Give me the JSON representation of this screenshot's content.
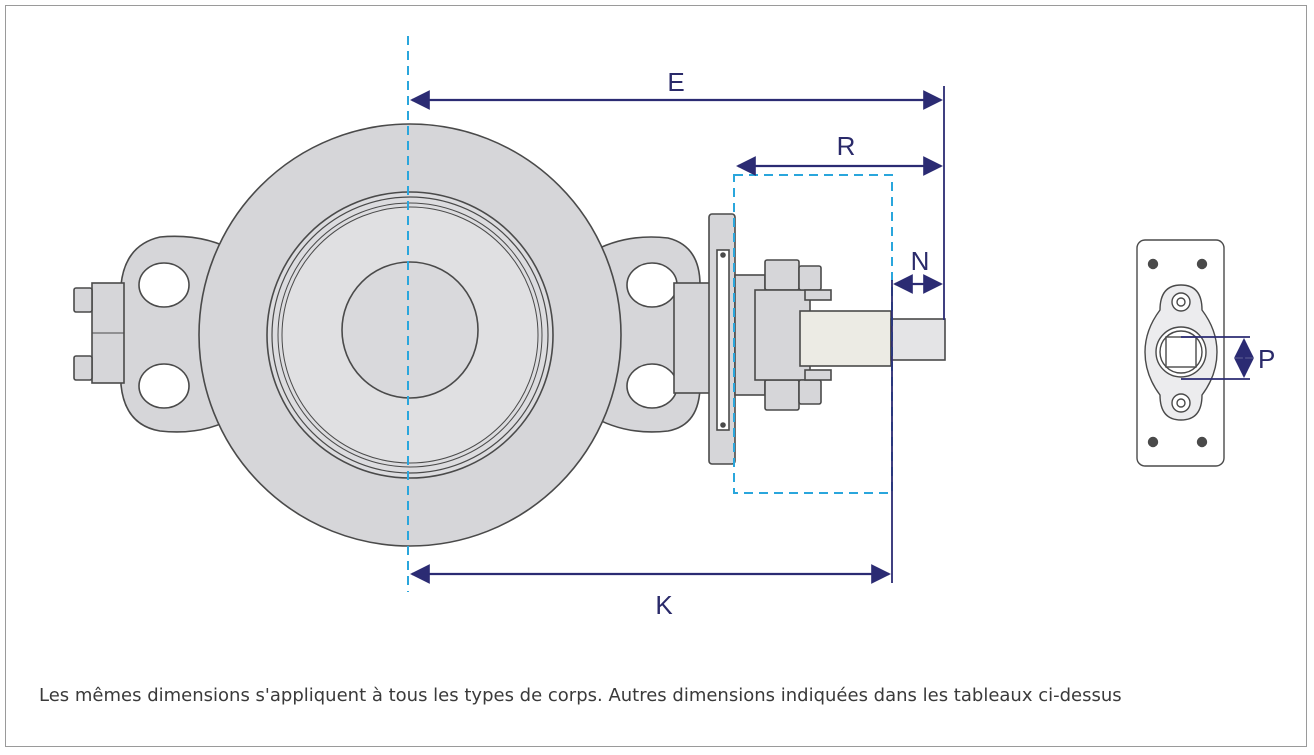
{
  "dimensions": {
    "E": "E",
    "R": "R",
    "N": "N",
    "K": "K",
    "P": "P"
  },
  "caption": "Les mêmes dimensions s'appliquent à tous les types de corps. Autres dimensions indiquées dans les tableaux ci-dessus",
  "colors": {
    "dimension_line": "#2b2b73",
    "center_line": "#2aa6dc",
    "body_fill": "#d6d6d9",
    "body_stroke": "#4a4a4a",
    "frame": "#9a9a9a"
  }
}
